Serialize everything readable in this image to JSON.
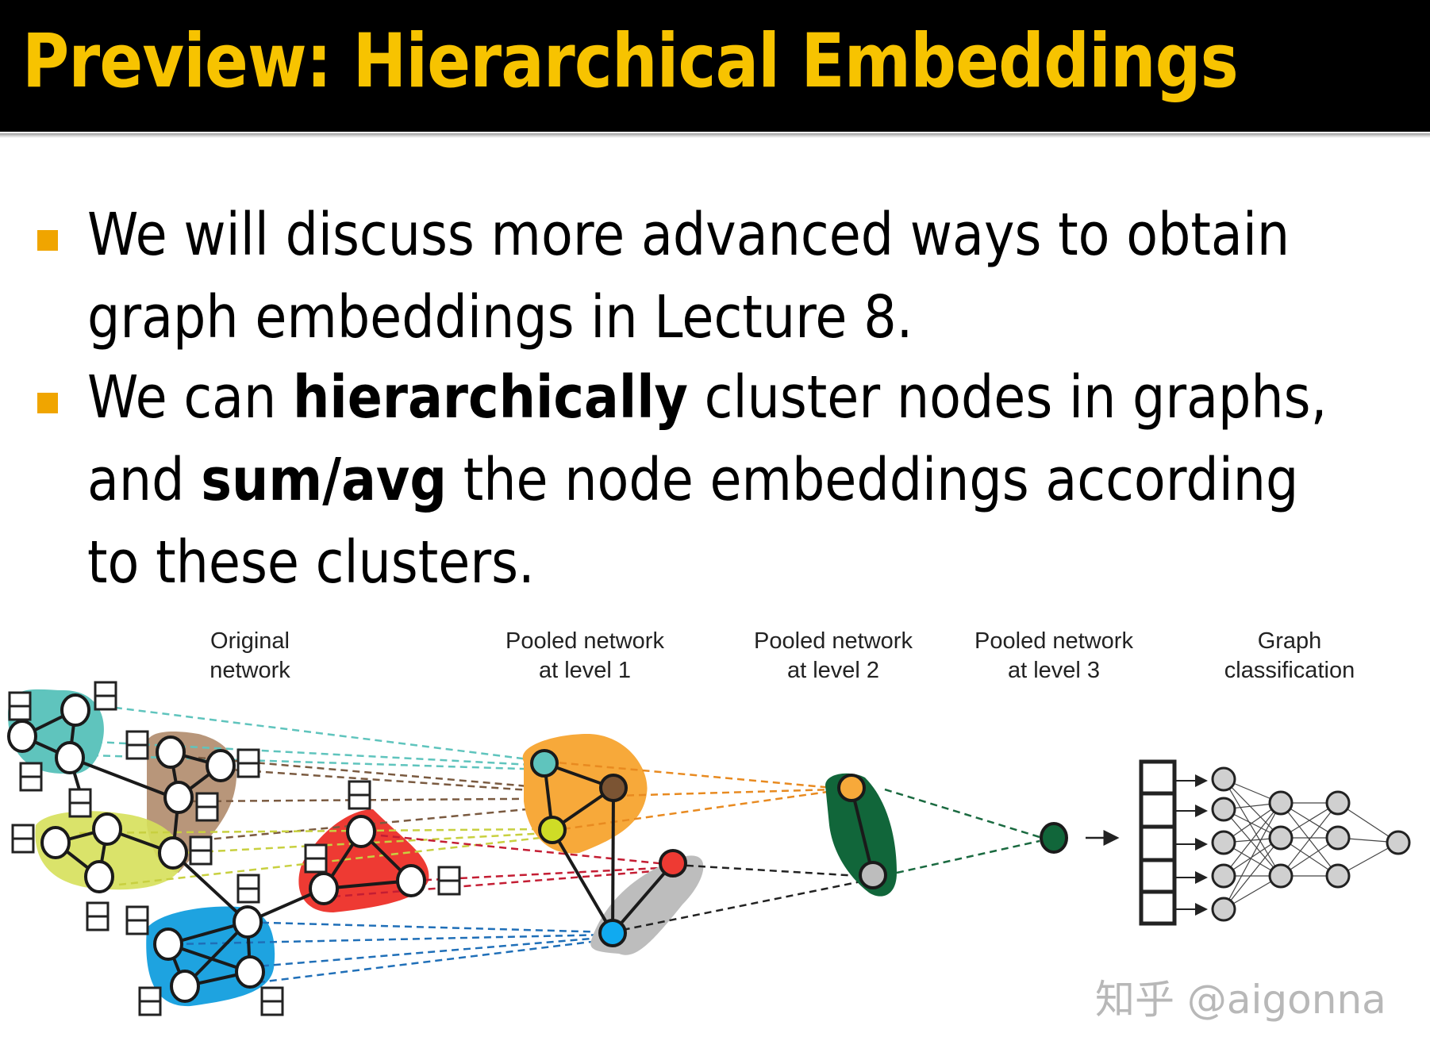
{
  "slide": {
    "title": "Preview: Hierarchical Embeddings",
    "bullets": [
      {
        "lines": [
          [
            {
              "text": "We will discuss more advanced ways to obtain",
              "bold": false
            }
          ],
          [
            {
              "text": "graph embeddings in Lecture 8.",
              "bold": false
            }
          ]
        ]
      },
      {
        "lines": [
          [
            {
              "text": "We can ",
              "bold": false
            },
            {
              "text": "hierarchically",
              "bold": true
            },
            {
              "text": " cluster nodes in graphs,",
              "bold": false
            }
          ],
          [
            {
              "text": "and ",
              "bold": false
            },
            {
              "text": "sum/avg",
              "bold": true
            },
            {
              "text": " the node embeddings according",
              "bold": false
            }
          ],
          [
            {
              "text": "to these clusters.",
              "bold": false
            }
          ]
        ]
      }
    ],
    "colors": {
      "title_bg": "#000000",
      "title_text": "#f7c300",
      "bullet_marker": "#f0a500"
    }
  },
  "diagram": {
    "stage_labels": [
      {
        "line1": "Original",
        "line2": "network"
      },
      {
        "line1": "Pooled network",
        "line2": "at level 1"
      },
      {
        "line1": "Pooled network",
        "line2": "at level 2"
      },
      {
        "line1": "Pooled network",
        "line2": "at level 3"
      },
      {
        "line1": "Graph",
        "line2": "classification"
      }
    ],
    "cluster_colors": {
      "teal": "#5fc4bd",
      "brown": "#b8967a",
      "lime": "#d6e05a",
      "red": "#ee3a33",
      "blue": "#1ea3e0",
      "orange": "#f7a93a",
      "grey": "#bdbdbd",
      "dark_green": "#11663a"
    },
    "level1_nodes": [
      "teal",
      "brown",
      "lime",
      "red",
      "blue"
    ],
    "level2_nodes": [
      "orange",
      "grey"
    ],
    "level3_nodes": [
      "dark_green"
    ],
    "classifier": {
      "vector_cells": 5,
      "layers": [
        5,
        3,
        3,
        1
      ]
    }
  },
  "watermark": {
    "text": "知乎 @aigonna"
  }
}
